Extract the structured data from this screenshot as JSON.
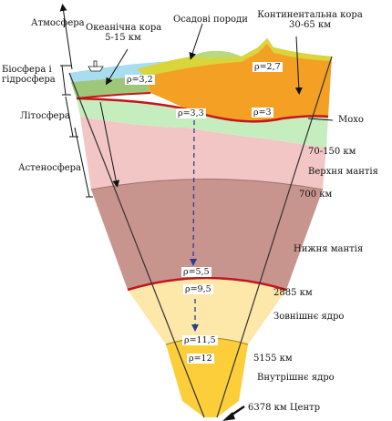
{
  "labels": {
    "atmosphere": "Атмосфера",
    "ocean_crust": "Океанічна кора",
    "ocean_crust_range": "5-15 км",
    "sedimentary": "Осадові породи",
    "continental_crust": "Континентальна кора",
    "continental_crust_range": "30-65 км",
    "biosphere": "Біосфера і",
    "hydrosphere": "гідросфера",
    "lithosphere": "Літосфера",
    "asthenosphere": "Астеносфера",
    "moho": "Мохо",
    "depth_70_150": "70-150 км",
    "upper_mantle": "Верхня мантія",
    "depth_700": "700 км",
    "lower_mantle": "Нижня мантія",
    "depth_2885": "2885 км",
    "outer_core": "Зовнішнє ядро",
    "depth_5155": "5155 км",
    "inner_core": "Внутрішнє ядро",
    "center": "6378 км  Центр"
  },
  "densities": {
    "continental": "ρ=2,7",
    "oceanic": "ρ=3,2",
    "mantle_top": "ρ=3,3",
    "crust_base": "ρ=3",
    "lower_mantle_base": "ρ=5,5",
    "outer_core_top": "ρ=9,5",
    "outer_core_base": "ρ=11,5",
    "inner_core": "ρ=12"
  },
  "colors": {
    "ocean": "#a8dcef",
    "sediment": "#d9d53a",
    "continental_crust": "#f3a024",
    "oceanic_crust": "#9fc77a",
    "lithosphere_mantle": "#c6edbe",
    "asthenosphere": "#f2c6c4",
    "lower_mantle": "#c8948e",
    "outer_core": "#fde7a9",
    "inner_core": "#fccf3a",
    "moho_line": "#c3151b",
    "boundary_line": "#c3151b"
  }
}
